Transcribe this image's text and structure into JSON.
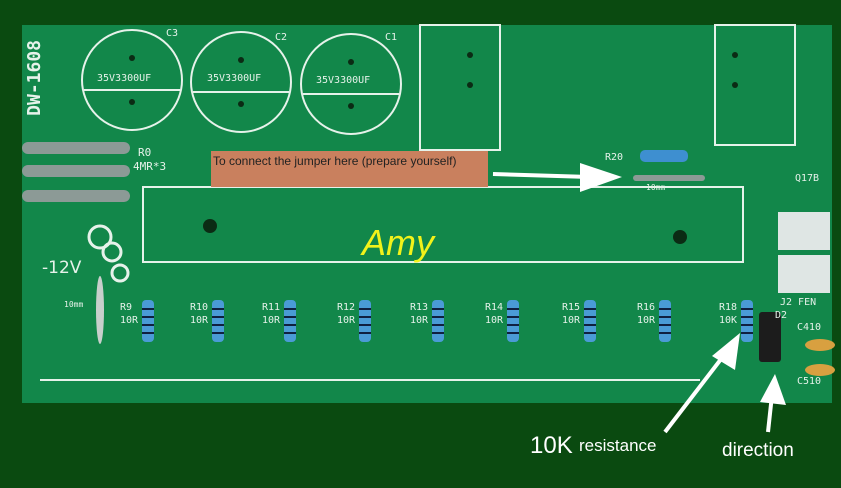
{
  "annotation_note": "To connect the jumper here (prepare yourself)",
  "watermark": "Amy",
  "labels": {
    "value": "10K",
    "resistance": "resistance",
    "direction": "direction"
  },
  "board": {
    "model": "DW-1608",
    "capacitors": [
      {
        "ref": "C3",
        "value": "35V3300UF"
      },
      {
        "ref": "C2",
        "value": "35V3300UF"
      },
      {
        "ref": "C1",
        "value": "35V3300UF"
      }
    ],
    "r0": "R0",
    "r0_value": "4MR*3",
    "voltage": "-12V",
    "jumper_len": "10mm",
    "jumper_len_left": "10mm",
    "r20": "R20",
    "resistors": [
      {
        "ref": "R9",
        "value": "10R"
      },
      {
        "ref": "R10",
        "value": "10R"
      },
      {
        "ref": "R11",
        "value": "10R"
      },
      {
        "ref": "R12",
        "value": "10R"
      },
      {
        "ref": "R13",
        "value": "10R"
      },
      {
        "ref": "R14",
        "value": "10R"
      },
      {
        "ref": "R15",
        "value": "10R"
      },
      {
        "ref": "R16",
        "value": "10R"
      },
      {
        "ref": "R18",
        "value": "10K"
      }
    ],
    "d2": "D2",
    "q17": "Q17B",
    "j2": "J2 FEN",
    "c4": "C410",
    "c5": "C510"
  },
  "colors": {
    "background": "#0a4a10",
    "board": "#12874a",
    "note": "#c9805e",
    "watermark": "#f2f21a"
  }
}
